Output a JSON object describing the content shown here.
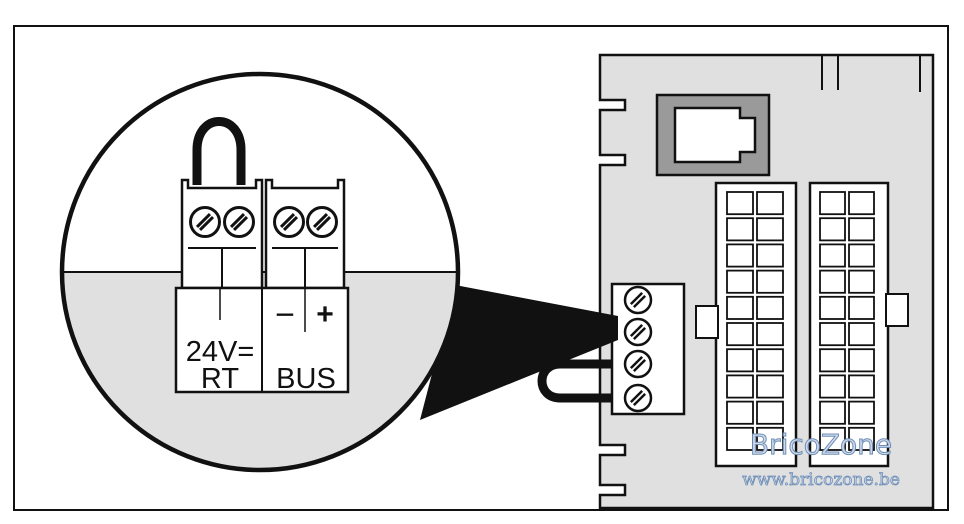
{
  "labels": {
    "voltage": "24V=",
    "rt": "RT",
    "minus": "−",
    "plus": "+",
    "bus": "BUS"
  },
  "watermark": {
    "brand": "BricoZone",
    "url": "www.bricozone.be"
  },
  "colors": {
    "panel": "#e0e0e0",
    "outline": "#111111",
    "socket": "#9a9a9a",
    "watermark": "#7f9cc4"
  },
  "icons": [
    "terminal-screw-icon",
    "jumper-wire-icon",
    "magnifier-circle-icon"
  ]
}
